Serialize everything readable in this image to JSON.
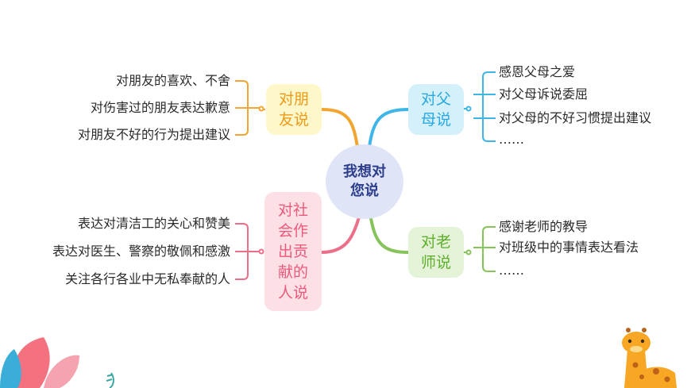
{
  "center": {
    "label": "我想对\n您说",
    "fill": "#dfe4f6",
    "text_color": "#2d3e8c"
  },
  "branches": {
    "friends": {
      "label": "对朋\n友说",
      "fill": "#fdf7c9",
      "text_color": "#ef9a16",
      "line_color": "#f2a531",
      "items": [
        "对朋友的喜欢、不舍",
        "对伤害过的朋友表达歉意",
        "对朋友不好的行为提出建议"
      ]
    },
    "parents": {
      "label": "对父\n母说",
      "fill": "#d4f0fb",
      "text_color": "#29a9e0",
      "line_color": "#3fb5e8",
      "items": [
        "感恩父母之爱",
        "对父母诉说委屈",
        "对父母的不好习惯提出建议",
        "……"
      ]
    },
    "society": {
      "label": "对社\n会作\n出贡\n献的\n人说",
      "fill": "#fde0e6",
      "text_color": "#ea5a7a",
      "line_color": "#ec6f8a",
      "items": [
        "表达对清洁工的关心和赞美",
        "表达对医生、警察的敬佩和感激",
        "关注各行各业中无私奉献的人"
      ]
    },
    "teachers": {
      "label": "对老\n师说",
      "fill": "#e4f3d8",
      "text_color": "#5fae2c",
      "line_color": "#86c35a",
      "items": [
        "感谢老师的教导",
        "对班级中的事情表达看法",
        "……"
      ]
    }
  },
  "decor": {
    "plant_colors": [
      "#f4717f",
      "#3aaed8",
      "#f5a3b0"
    ],
    "giraffe_color": "#f7a723"
  }
}
